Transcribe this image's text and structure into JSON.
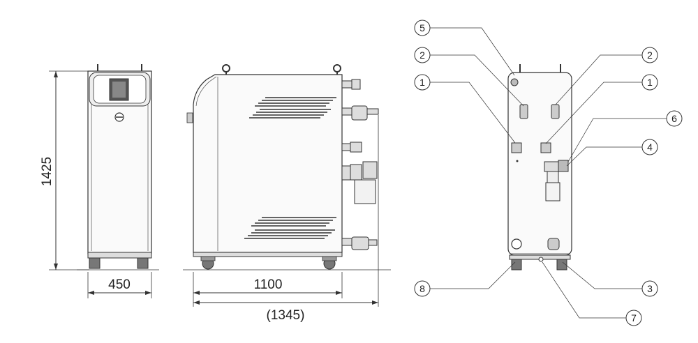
{
  "dimensions": {
    "height": "1425",
    "front_width": "450",
    "side_depth": "1100",
    "overall_depth": "(1345)"
  },
  "callouts": {
    "c5": "5",
    "c2_left": "2",
    "c1_left": "1",
    "c2_right": "2",
    "c1_right": "1",
    "c6": "6",
    "c4": "4",
    "c8": "8",
    "c3": "3",
    "c7": "7"
  },
  "colors": {
    "line": "#333333",
    "panel": "#f7f7f7",
    "shade": "#d9d9d9",
    "dark": "#555555"
  }
}
